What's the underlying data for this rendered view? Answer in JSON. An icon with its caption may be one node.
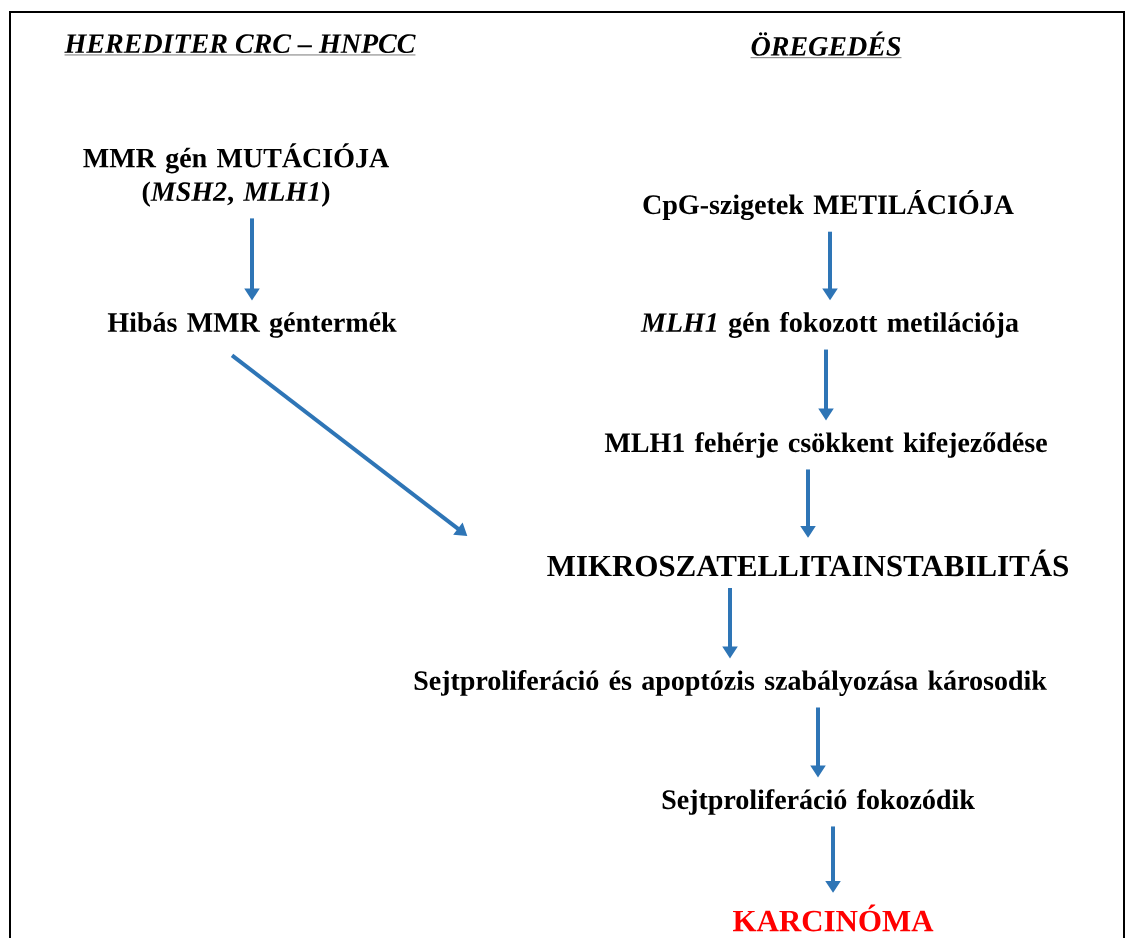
{
  "diagram": {
    "nodes": [
      {
        "text": [
          "MMR gén MUTÁCIÓJA (*MSH2*, *MLH1*)"
        ]
      },
      {
        "text": [
          "Hibás MMR géntermék"
        ]
      },
      {
        "text": [
          "CpG-szigetek METILÁCIÓJA"
        ]
      },
      {
        "text": [
          "*MLH1* gén fokozott metilációja"
        ]
      },
      {
        "text": [
          "MLH1 fehérje csökkent kifejeződése"
        ]
      },
      {
        "text": [
          "MIKROSZATELLITAINSTABILITÁS"
        ]
      },
      {
        "text": [
          "Sejtproliferáció és apoptózis szabályozása károsodik"
        ]
      },
      {
        "text": [
          "Sejtproliferáció fokozódik"
        ]
      },
      {
        "text": [
          "KARCINÓMA"
        ]
      }
    ],
    "edges": [
      {
        "from": 0,
        "to": 1,
        "arrow": "to"
      },
      {
        "from": 1,
        "to": 5,
        "arrow": "to"
      },
      {
        "from": 2,
        "to": 3,
        "arrow": "to"
      },
      {
        "from": 3,
        "to": 4,
        "arrow": "to"
      },
      {
        "from": 4,
        "to": 5,
        "arrow": "to"
      },
      {
        "from": 5,
        "to": 6,
        "arrow": "to"
      },
      {
        "from": 6,
        "to": 7,
        "arrow": "to"
      },
      {
        "from": 7,
        "to": 8,
        "arrow": "to"
      }
    ],
    "labels": [
      "HEREDITER CRC – HNPCC",
      "ÖREGEDÉS"
    ]
  }
}
